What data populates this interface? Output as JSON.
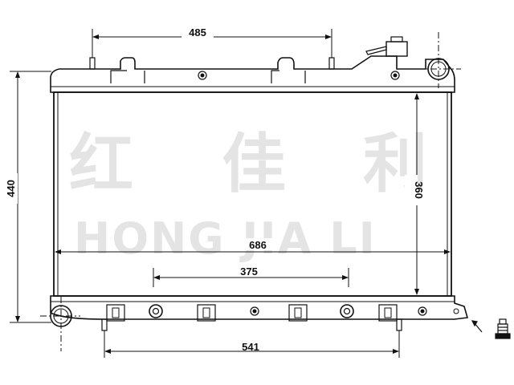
{
  "watermark": {
    "chinese": [
      "红",
      "佳",
      "利"
    ],
    "latin": "HONG JIA LI"
  },
  "dimensions": {
    "top_width": "485",
    "height_overall": "440",
    "core_height": "360",
    "core_width": "686",
    "inner_width": "375",
    "bottom_width": "541"
  },
  "colors": {
    "line": "#111111",
    "watermark": "#e4e4e4"
  }
}
